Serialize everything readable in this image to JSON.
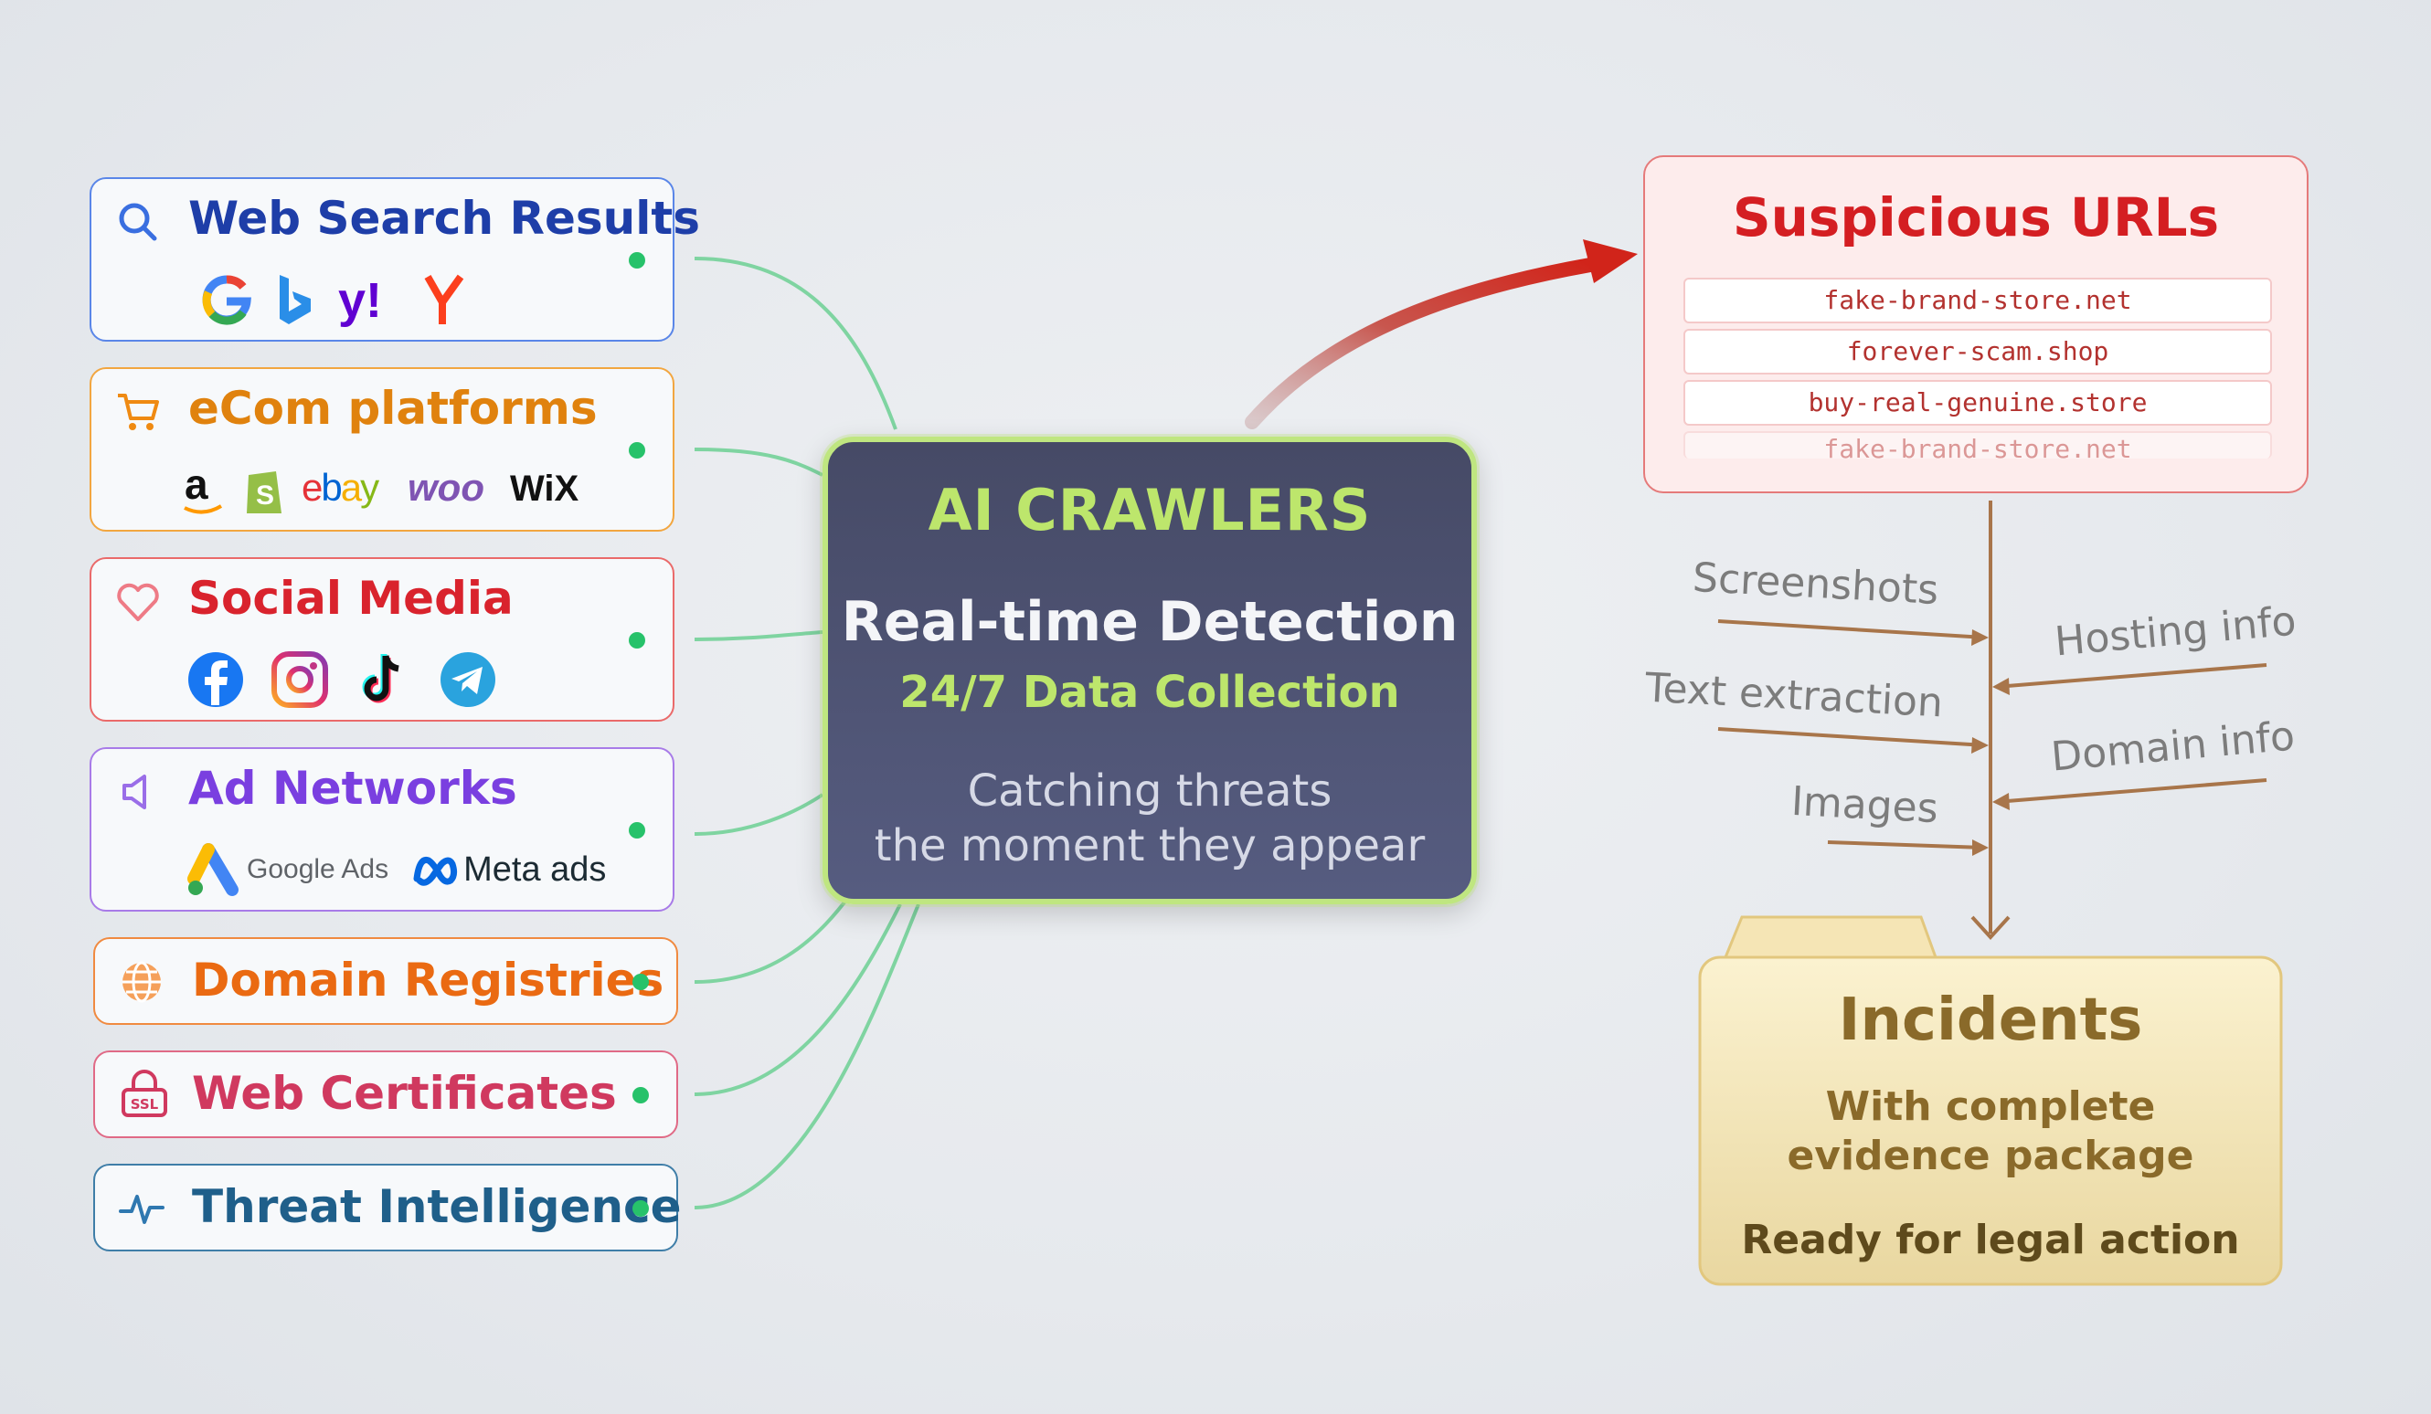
{
  "sources": [
    {
      "title": "Web Search Results",
      "color": "#1e3ea8",
      "icon": "search-icon",
      "logos": [
        "google-logo",
        "bing-logo",
        "yahoo-logo",
        "yandex-logo"
      ]
    },
    {
      "title": "eCom platforms",
      "color": "#e0820e",
      "icon": "cart-icon",
      "logos": [
        "amazon-logo",
        "shopify-logo",
        "ebay-logo",
        "woo-logo",
        "wix-logo"
      ]
    },
    {
      "title": "Social Media",
      "color": "#d9232d",
      "icon": "heart-icon",
      "logos": [
        "facebook-logo",
        "instagram-logo",
        "tiktok-logo",
        "telegram-logo"
      ]
    },
    {
      "title": "Ad Networks",
      "color": "#7a3fe0",
      "icon": "speaker-icon",
      "logos": [
        "google-ads-logo",
        "meta-ads-logo"
      ],
      "logo_text": {
        "google_ads": "Google Ads",
        "meta_ads": "Meta ads"
      }
    },
    {
      "title": "Domain Registries",
      "color": "#ea6a12",
      "icon": "globe-icon"
    },
    {
      "title": "Web Certificates",
      "color": "#d0395f",
      "icon": "ssl-lock-icon",
      "icon_text": "SSL"
    },
    {
      "title": "Threat Intelligence",
      "color": "#1f5f8a",
      "icon": "pulse-icon"
    }
  ],
  "core": {
    "title": "AI CRAWLERS",
    "headline": "Real-time Detection",
    "subheadline": "24/7 Data Collection",
    "tagline_1": "Catching threats",
    "tagline_2": "the moment they appear"
  },
  "suspicious": {
    "title": "Suspicious URLs",
    "urls": [
      "fake-brand-store.net",
      "forever-scam.shop",
      "buy-real-genuine.store",
      "fake-brand-store.net"
    ]
  },
  "evidence": {
    "left": [
      "Screenshots",
      "Text extraction",
      "Images"
    ],
    "right": [
      "Hosting info",
      "Domain info"
    ]
  },
  "incidents": {
    "title": "Incidents",
    "line1": "With complete",
    "line2": "evidence package",
    "line3": "Ready for legal action"
  },
  "colors": {
    "connector": "#7fd4a1",
    "status_dot": "#27c26a",
    "core_accent": "#bde66c",
    "arrow_red": "#d12b1c",
    "evidence_brown": "#a8754a"
  }
}
